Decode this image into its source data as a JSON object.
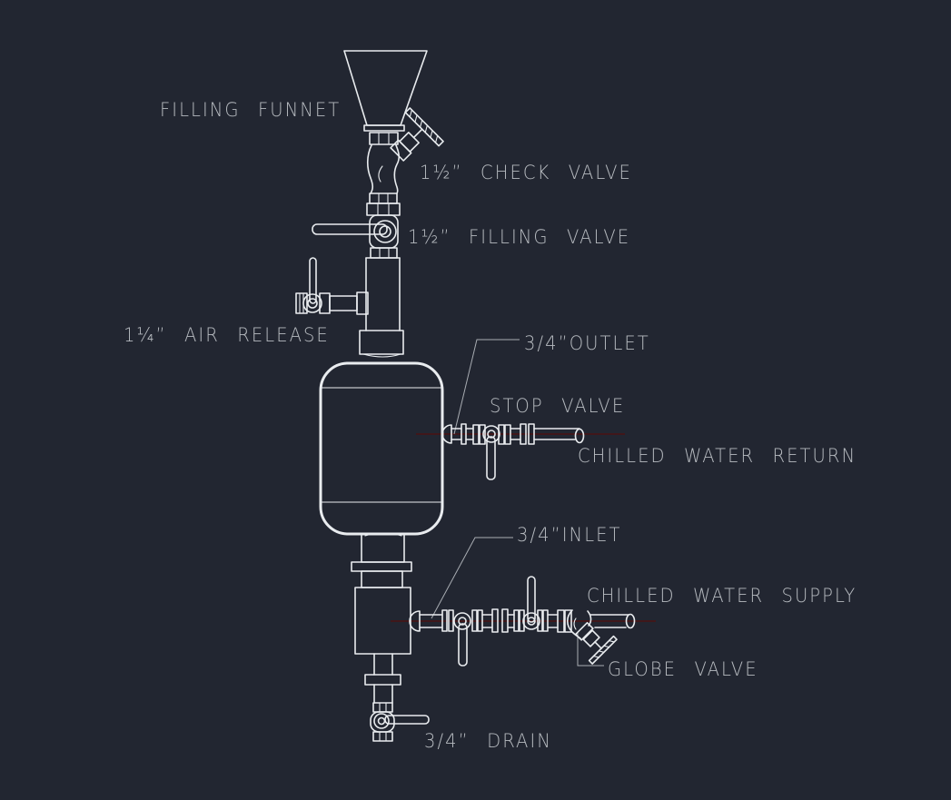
{
  "diagram": {
    "type": "cad-piping-schematic",
    "subject": "chilled water air separator / expansion tank piping detail"
  },
  "colors": {
    "background": "#222631",
    "line": "#e9ecef",
    "text": "#b7bbc0",
    "centerline": "#4a1212",
    "leader": "#a9adb3"
  },
  "labels": {
    "filling_funnel": "FILLING FUNNET",
    "check_valve": "1½” CHECK VALVE",
    "filling_valve": "1½” FILLING VALVE",
    "air_release": "1¼” AIR RELEASE",
    "outlet": "3/4”OUTLET",
    "stop_valve": "STOP VALVE",
    "chilled_water_return": "CHILLED WATER RETURN",
    "inlet": "3/4”INLET",
    "chilled_water_supply": "CHILLED WATER SUPPLY",
    "globe_valve": "GLOBE VALVE",
    "drain": "3/4” DRAIN"
  },
  "components": [
    "filling-funnel",
    "check-valve",
    "filling-valve",
    "air-release-valve",
    "tank",
    "outlet-stop-valve",
    "chilled-water-return-pipe",
    "inlet-valves",
    "globe-valve",
    "chilled-water-supply-pipe",
    "drain-valve"
  ]
}
